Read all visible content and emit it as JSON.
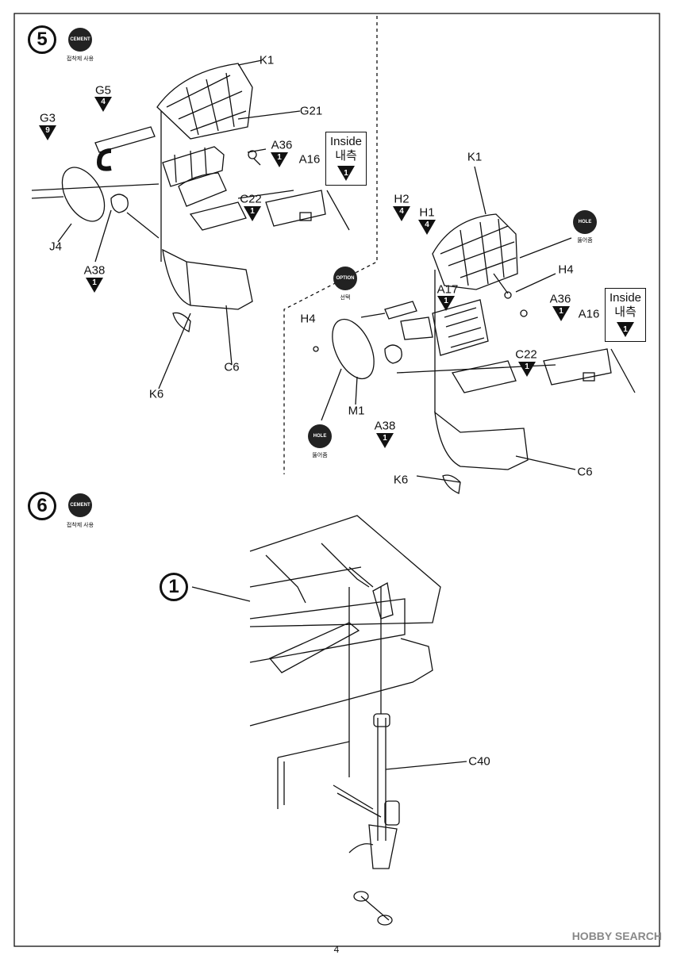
{
  "steps": [
    {
      "number": "5",
      "badge": "CEMENT",
      "caption": "접착제 사용"
    },
    {
      "number": "6",
      "badge": "CEMENT",
      "caption": "접착제 사용"
    }
  ],
  "labels": {
    "k1_a": "K1",
    "g21": "G21",
    "g5": "G5",
    "g5_qty": "4",
    "g3": "G3",
    "g3_qty": "9",
    "a36_a": "A36",
    "a36_a_qty": "1",
    "a16_a": "A16",
    "c22_a": "C22",
    "c22_a_qty": "1",
    "j4": "J4",
    "a38_a": "A38",
    "a38_a_qty": "1",
    "c6_a": "C6",
    "k6_a": "K6",
    "inside_a_en": "Inside",
    "inside_a_ko": "내측",
    "inside_a_qty": "1",
    "k1_b": "K1",
    "h2": "H2",
    "h2_qty": "4",
    "h1": "H1",
    "h1_qty": "4",
    "hole_a": "HOLE",
    "hole_a_caption": "뚫어줌",
    "h4_a": "H4",
    "option": "OPTION",
    "option_caption": "선택",
    "a17": "A17",
    "a17_qty": "1",
    "a36_b": "A36",
    "a36_b_qty": "1",
    "a16_b": "A16",
    "inside_b_en": "Inside",
    "inside_b_ko": "내측",
    "inside_b_qty": "1",
    "h4_b": "H4",
    "c22_b": "C22",
    "c22_b_qty": "1",
    "m1": "M1",
    "a38_b": "A38",
    "a38_b_qty": "1",
    "hole_b": "HOLE",
    "hole_b_caption": "뚫어줌",
    "c6_b": "C6",
    "k6_b": "K6",
    "step6_ref": "1",
    "c40": "C40"
  },
  "footer": {
    "watermark": "HOBBY SEARCH",
    "page": "4"
  }
}
